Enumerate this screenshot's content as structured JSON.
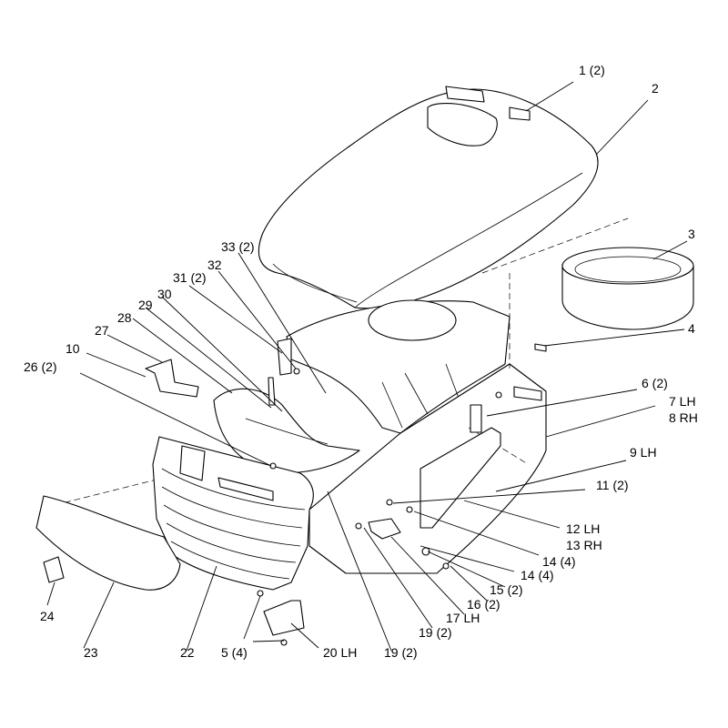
{
  "callouts": [
    {
      "id": "c1",
      "text": "1 (2)"
    },
    {
      "id": "c2",
      "text": "2"
    },
    {
      "id": "c3",
      "text": "3"
    },
    {
      "id": "c4",
      "text": "4"
    },
    {
      "id": "c5",
      "text": "5 (4)"
    },
    {
      "id": "c6",
      "text": "6 (2)"
    },
    {
      "id": "c7",
      "text": "7 LH"
    },
    {
      "id": "c8",
      "text": "8 RH"
    },
    {
      "id": "c9",
      "text": "9 LH"
    },
    {
      "id": "c10",
      "text": "10"
    },
    {
      "id": "c11",
      "text": "11 (2)"
    },
    {
      "id": "c12",
      "text": "12 LH"
    },
    {
      "id": "c13",
      "text": "13 RH"
    },
    {
      "id": "c14a",
      "text": "14 (4)"
    },
    {
      "id": "c14b",
      "text": "14 (4)"
    },
    {
      "id": "c15",
      "text": "15 (2)"
    },
    {
      "id": "c16",
      "text": "16 (2)"
    },
    {
      "id": "c17",
      "text": "17 LH"
    },
    {
      "id": "c19a",
      "text": "19 (2)"
    },
    {
      "id": "c19b",
      "text": "19 (2)"
    },
    {
      "id": "c20",
      "text": "20 LH"
    },
    {
      "id": "c22",
      "text": "22"
    },
    {
      "id": "c23",
      "text": "23"
    },
    {
      "id": "c24",
      "text": "24"
    },
    {
      "id": "c26",
      "text": "26 (2)"
    },
    {
      "id": "c27",
      "text": "27"
    },
    {
      "id": "c28",
      "text": "28"
    },
    {
      "id": "c29",
      "text": "29"
    },
    {
      "id": "c30",
      "text": "30"
    },
    {
      "id": "c31",
      "text": "31 (2)"
    },
    {
      "id": "c32",
      "text": "32"
    },
    {
      "id": "c33",
      "text": "33 (2)"
    }
  ]
}
